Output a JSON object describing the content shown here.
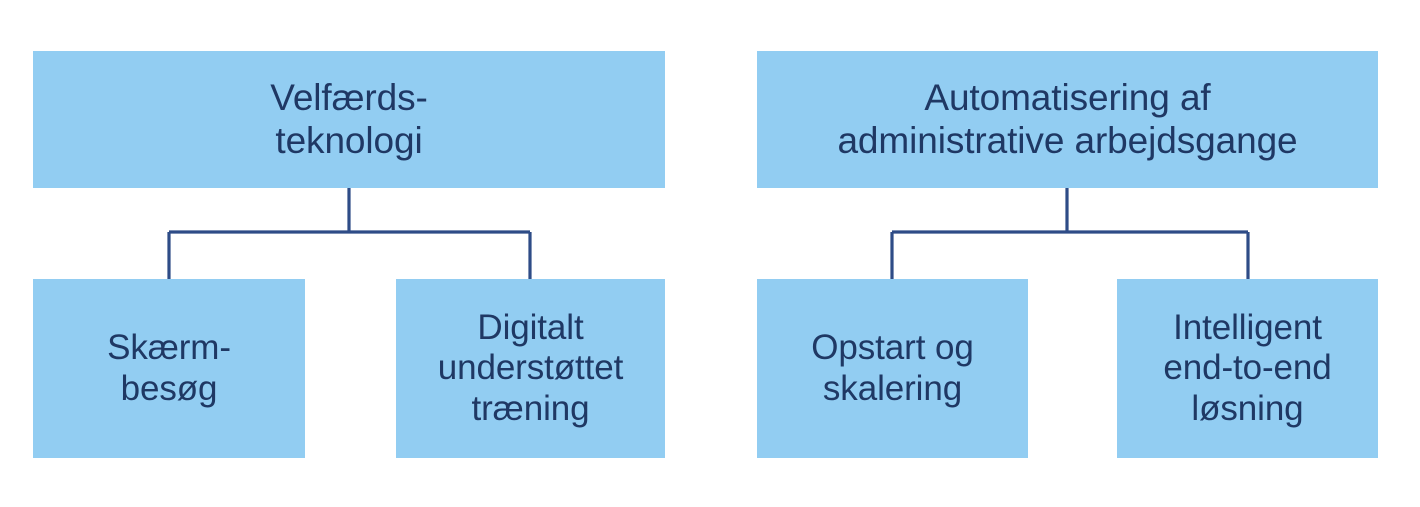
{
  "diagram": {
    "type": "hierarchy-tree",
    "language": "da",
    "background_color": "#FFFFFF",
    "node_fill_color": "#92CDF2",
    "node_text_color": "#1F3864",
    "connector_color": "#2E4C87",
    "trees": [
      {
        "id": "velfaerdsteknologi",
        "root": {
          "label": "Velfærds-\nteknologi"
        },
        "children": [
          {
            "label": "Skærm-\nbesøg"
          },
          {
            "label": "Digitalt\nunderstøttet\ntræning"
          }
        ]
      },
      {
        "id": "automatisering",
        "root": {
          "label": "Automatisering af\nadministrative arbejdsgange"
        },
        "children": [
          {
            "label": "Opstart og\nskalering"
          },
          {
            "label": "Intelligent\nend-to-end\nløsning"
          }
        ]
      }
    ]
  }
}
